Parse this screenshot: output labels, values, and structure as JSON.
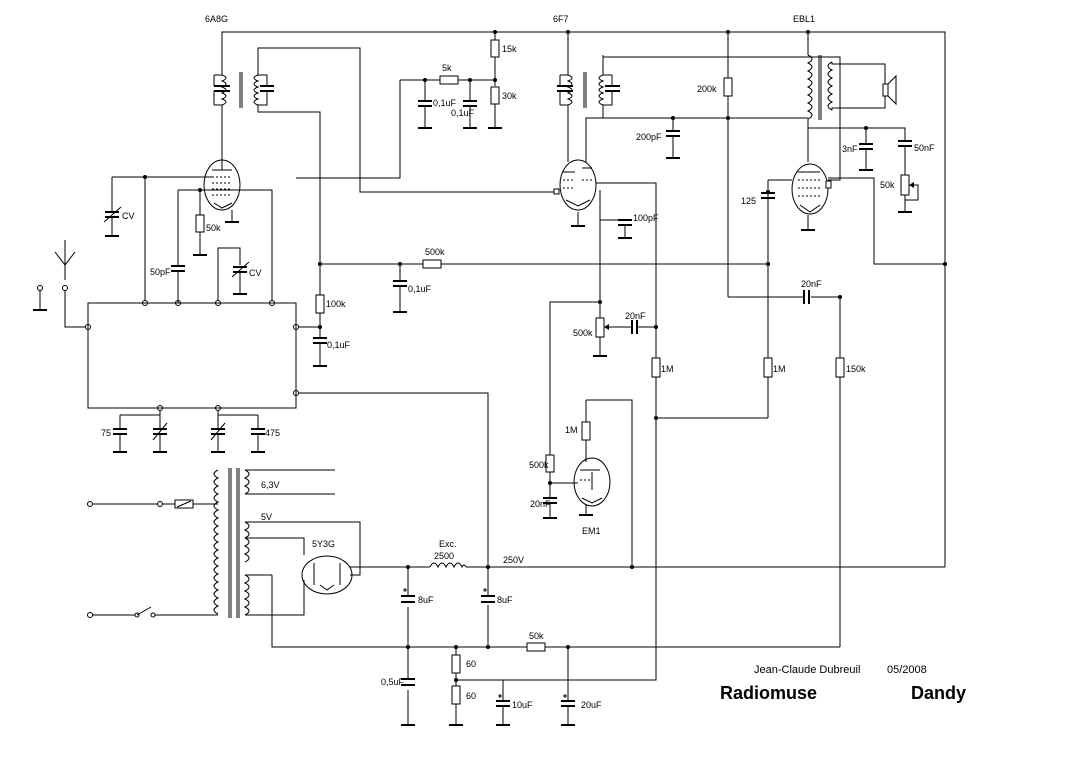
{
  "tubes": {
    "v1": "6A8G",
    "v2": "6F7",
    "v3": "EBL1",
    "rect": "5Y3G",
    "eye": "EM1"
  },
  "labels": {
    "r_5k": "5k",
    "r_15k": "15k",
    "r_30k": "30k",
    "c_01uf_a": "0,1uF",
    "c_01uf_b": "0,1uF",
    "r_200k": "200k",
    "c_200pf": "200pF",
    "c_3nf": "3nF",
    "c_50nf": "50nF",
    "p_50k": "50k",
    "c_125": "125",
    "c_cv1": "CV",
    "r_50k_cath": "50k",
    "c_100pf": "100pF",
    "c_50pf": "50pF",
    "c_cv2": "CV",
    "r_500k_h": "500k",
    "c_01uf_c": "0,1uF",
    "r_100k": "100k",
    "c_01uf_d": "0,1uF",
    "c_20nf_a": "20nF",
    "c_20nf_b": "20nF",
    "p_500k": "500k",
    "r_1m_a": "1M",
    "r_1m_b": "1M",
    "r_150k": "150k",
    "r_1m_c": "1M",
    "r_500k_v": "500k",
    "c_20nf_c": "20nF",
    "c_75": "75",
    "c_475": "475",
    "s_63v": "6,3V",
    "s_5v": "5V",
    "l_exc": "Exc.",
    "l_2500": "2500",
    "v_250": "250V",
    "c_8uf_a": "8uF",
    "c_8uf_b": "8uF",
    "r_50k_b": "50k",
    "r_60_a": "60",
    "r_60_b": "60",
    "c_05uf": "0,5uF",
    "c_10uf": "10uF",
    "c_20uf": "20uF"
  },
  "title_block": {
    "author": "Jean-Claude Dubreuil",
    "date": "05/2008",
    "brand": "Radiomuse",
    "model": "Dandy"
  }
}
